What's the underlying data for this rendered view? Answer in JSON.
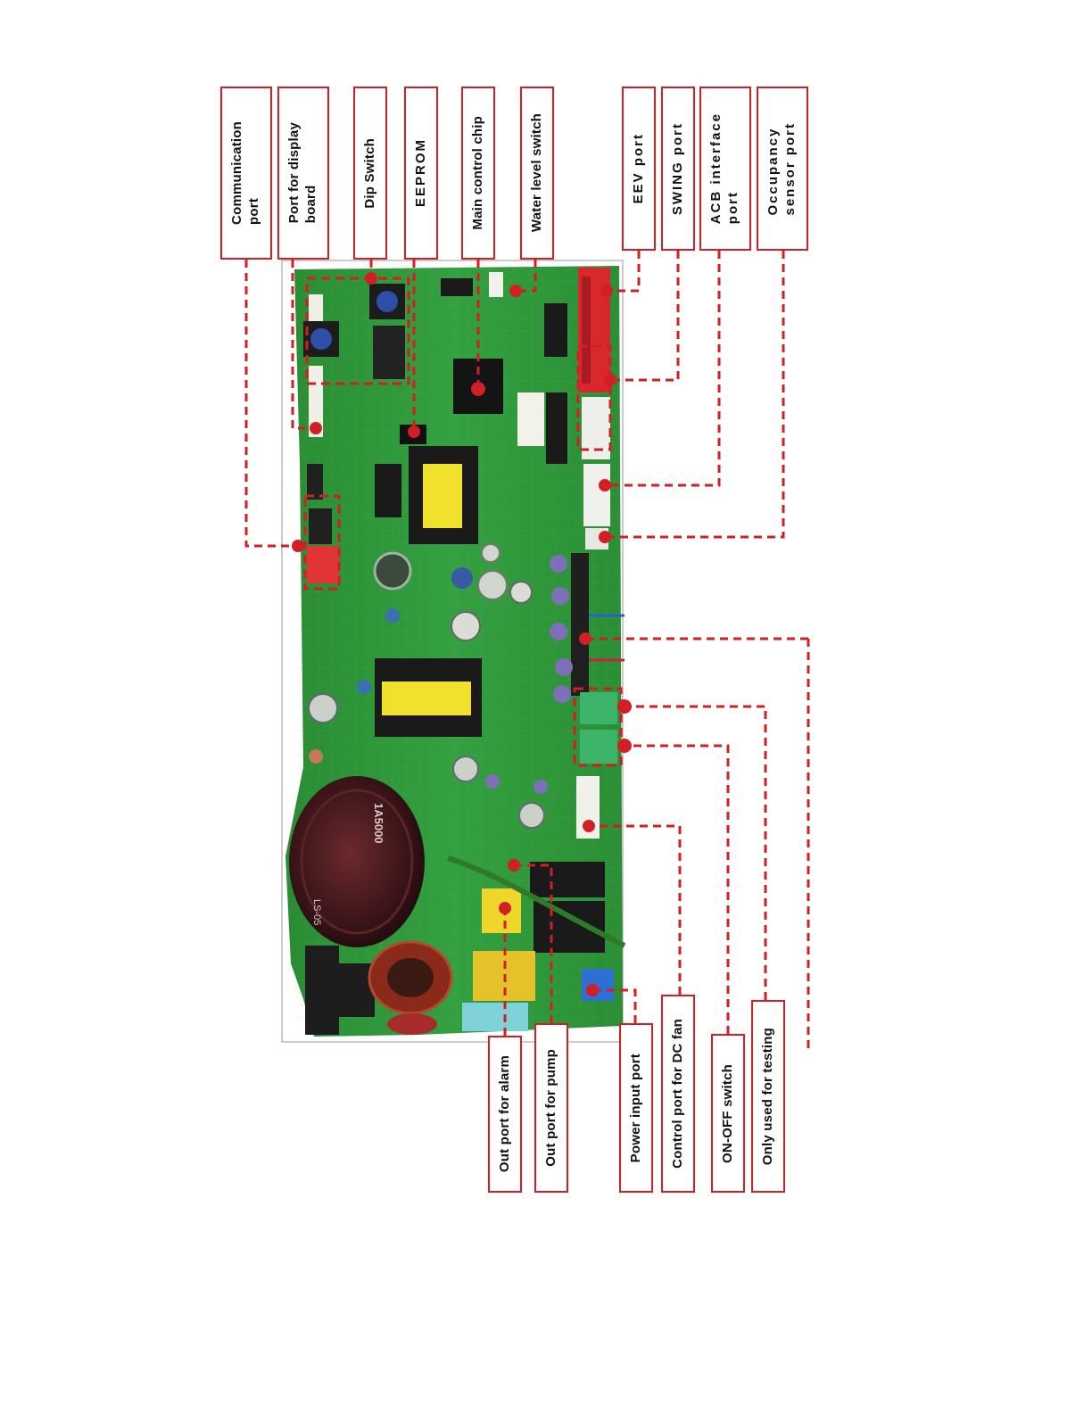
{
  "diagram": {
    "top_labels": [
      {
        "id": "communication-port",
        "text": "Communication\nport"
      },
      {
        "id": "display-board-port",
        "text": "Port for display\nboard"
      },
      {
        "id": "dip-switch",
        "text": "Dip Switch"
      },
      {
        "id": "eeprom",
        "text": "EEPROM"
      },
      {
        "id": "main-control-chip",
        "text": "Main control chip"
      },
      {
        "id": "water-level-switch",
        "text": "Water level switch"
      },
      {
        "id": "eev-port",
        "text": "EEV port"
      },
      {
        "id": "swing-port",
        "text": "SWING port"
      },
      {
        "id": "acb-interface-port",
        "text": "ACB interface\nport"
      },
      {
        "id": "occupancy-sensor-port",
        "text": "Occupancy\nsensor port"
      }
    ],
    "bottom_labels": [
      {
        "id": "alarm-out-port",
        "text": "Out port for alarm"
      },
      {
        "id": "pump-out-port",
        "text": "Out port for pump"
      },
      {
        "id": "power-input-port",
        "text": "Power input port"
      },
      {
        "id": "dc-fan-control-port",
        "text": "Control port for DC fan"
      },
      {
        "id": "on-off-switch",
        "text": "ON-OFF  switch"
      },
      {
        "id": "testing-only",
        "text": "Only used for testing"
      }
    ],
    "pcb_markings": {
      "capacitor_text": "1A5000",
      "capacitor_side_text": "LS-05"
    },
    "colors": {
      "callout_red": "#d21f26",
      "board_green": "#2f9a3a"
    }
  }
}
